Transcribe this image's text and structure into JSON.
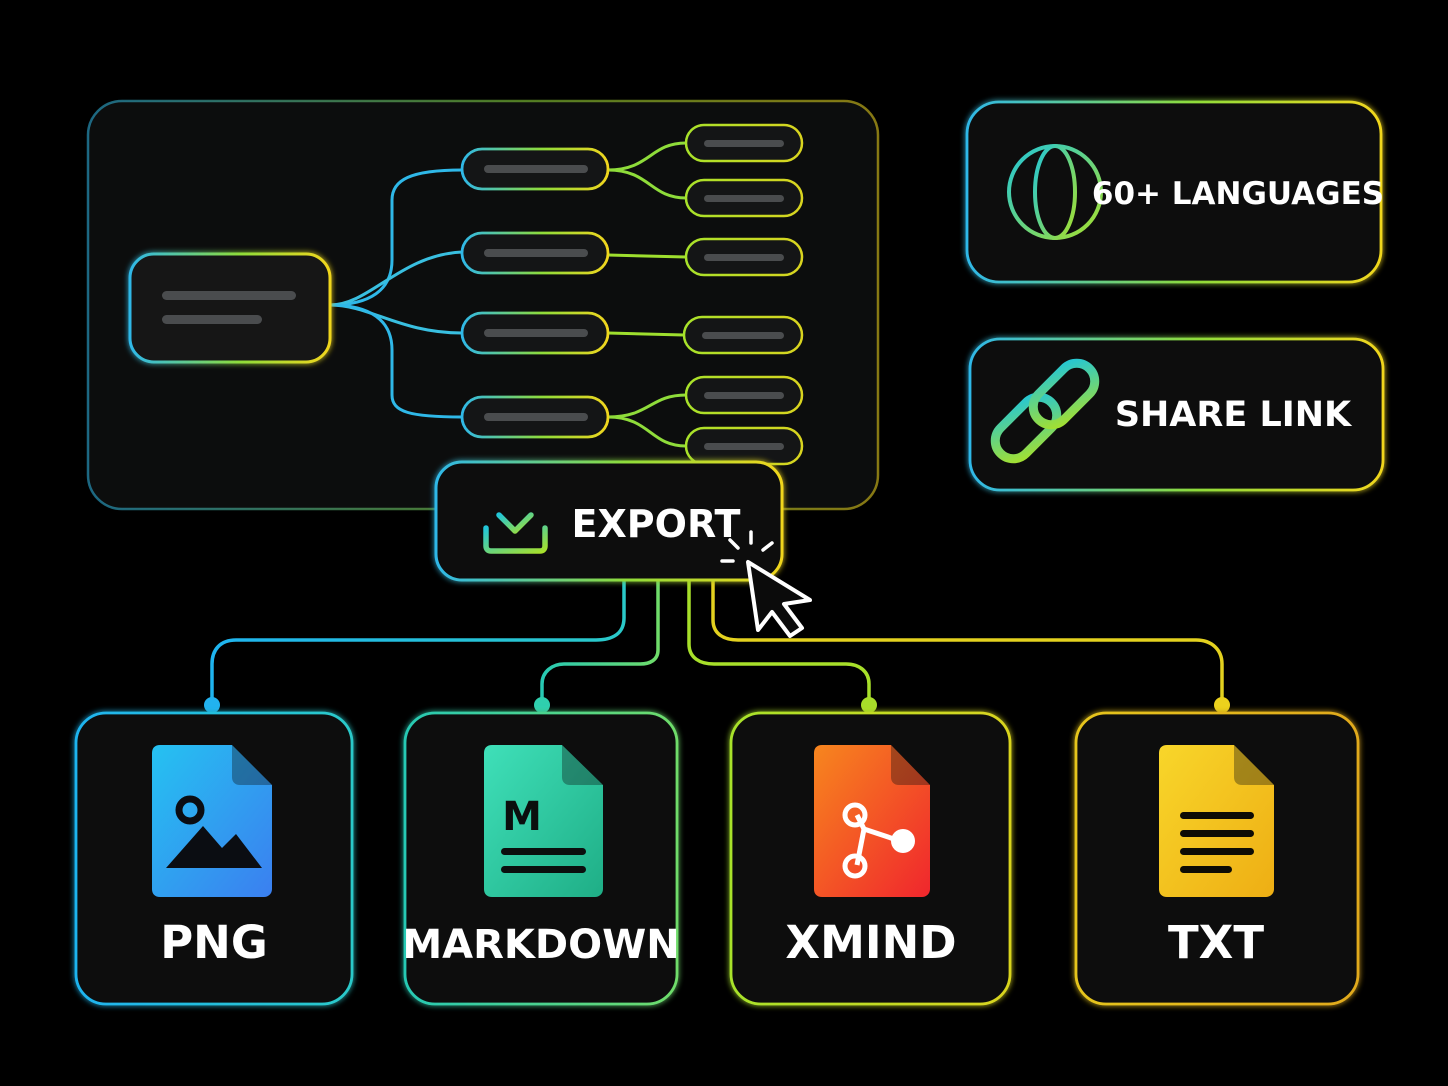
{
  "features": {
    "languages": {
      "label": "60+ LANGUAGES",
      "icon": "globe-icon"
    },
    "share": {
      "label": "SHARE LINK",
      "icon": "link-icon"
    }
  },
  "export": {
    "label": "EXPORT",
    "icon": "download-icon",
    "cursor": "cursor-arrow-icon"
  },
  "formats": [
    {
      "label": "PNG",
      "icon": "image-file-icon"
    },
    {
      "label": "MARKDOWN",
      "icon": "markdown-file-icon",
      "glyph": "M"
    },
    {
      "label": "XMIND",
      "icon": "xmind-file-icon"
    },
    {
      "label": "TXT",
      "icon": "text-file-icon"
    }
  ],
  "colors": {
    "background": "#000000",
    "cyan": "#22b8f0",
    "teal": "#2fd3a8",
    "green": "#9be22d",
    "yellow": "#f2d21b",
    "orange": "#f2711c",
    "red": "#f0312a"
  }
}
